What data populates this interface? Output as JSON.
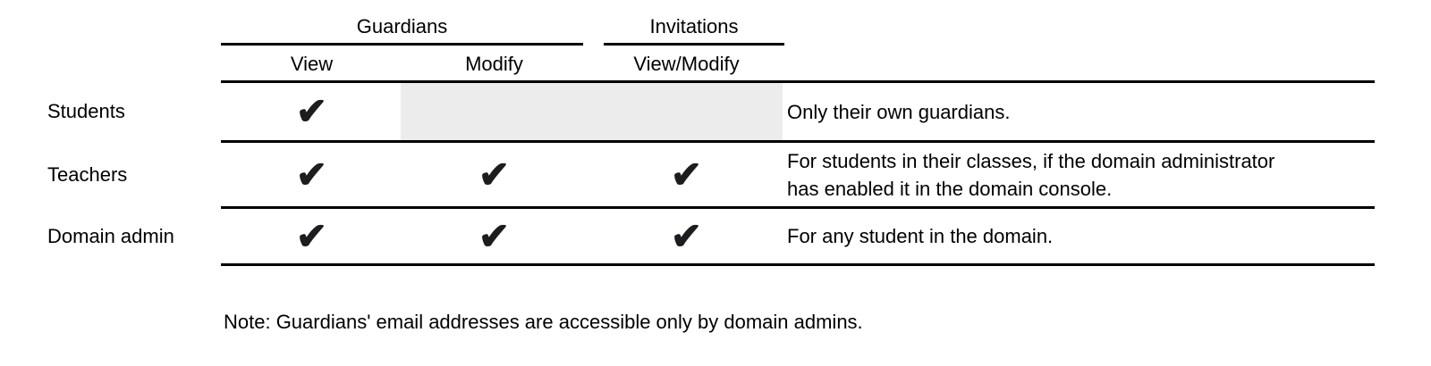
{
  "page": {
    "background": "#ffffff",
    "text_color": "#000000",
    "rule_color": "#000000",
    "shaded_cell_color": "#ececec",
    "check_color": "#1d1d1f"
  },
  "icons": {
    "check": "✔"
  },
  "table": {
    "header": {
      "guardians_label": "Guardians",
      "invitations_label": "Invitations",
      "view_label": "View",
      "modify_label": "Modify",
      "view_modify_label": "View/Modify"
    },
    "rows": [
      {
        "role": "Students",
        "guardians_view": true,
        "guardians_modify": false,
        "invitations_view_modify": false,
        "shaded": true,
        "note": "Only their own guardians."
      },
      {
        "role": "Teachers",
        "guardians_view": true,
        "guardians_modify": true,
        "invitations_view_modify": true,
        "shaded": false,
        "note": "For students in their classes, if the domain administrator\nhas enabled it in the domain console."
      },
      {
        "role": "Domain admin",
        "guardians_view": true,
        "guardians_modify": true,
        "invitations_view_modify": true,
        "shaded": false,
        "note": "For any student in the domain."
      }
    ]
  },
  "footnote": "Note: Guardians' email addresses are accessible only by domain admins."
}
